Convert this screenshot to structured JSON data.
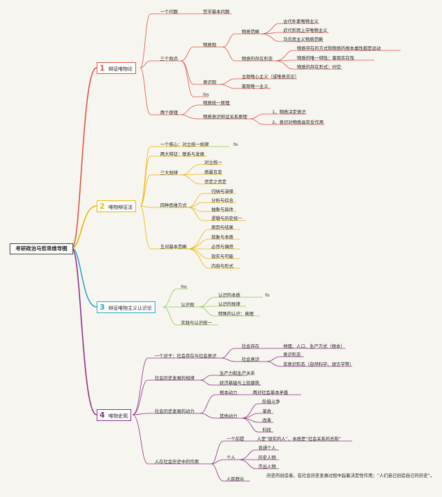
{
  "root": "考研政治马哲思维导图",
  "branches": [
    {
      "num": "1",
      "label": "辩证唯物论",
      "color": "#e0524a"
    },
    {
      "num": "2",
      "label": "唯物辩证法",
      "color": "#f0b400"
    },
    {
      "num": "3",
      "label": "辩证唯物主义认识论",
      "color": "#2aa5c8"
    },
    {
      "num": "4",
      "label": "唯物史观",
      "color": "#8a2f86"
    }
  ],
  "b1": {
    "l1": [
      "一个问题",
      "三个观点",
      "两个原理"
    ],
    "q_child": "哲学基本问题",
    "views": [
      "物质观",
      "意识观",
      "fm"
    ],
    "matter": [
      "物质范畴",
      "物质的存在形态"
    ],
    "category": [
      "古代朴素唯物主义",
      "近代形而上学唯物主义",
      "马克思主义物质范畴"
    ],
    "forms": [
      "物质存在的方式和物质的根本属性都是运动",
      "物质的唯一特性：客观实在性",
      "物质的存在形式：时空"
    ],
    "consc": [
      "主观唯心主义（或唯意志论）",
      "客观唯一主义"
    ],
    "principles": [
      "物质统一原理",
      "物质意识辩证关系原理"
    ],
    "rel": [
      "1、物质决定意识",
      "2、意识对物质具有反作用"
    ]
  },
  "b2": {
    "core": "一个核心：对立统一规律",
    "fo": "fo",
    "feature": "两大特征：联系与发展",
    "three": "三大规律",
    "laws": [
      "对立统一",
      "质量互变",
      "否定之否定"
    ],
    "four": "四种思维方式",
    "ways": [
      "归纳与演绎",
      "分析与综合",
      "抽象与具体",
      "逻辑与历史统一"
    ],
    "five": "五对基本范畴",
    "cats": [
      "原因与结果",
      "现象与本质",
      "必然与偶然",
      "现实与可能",
      "内容与形式"
    ]
  },
  "b3": {
    "fm": "fm",
    "view": "认识观",
    "items": [
      "认识的本质",
      "认识的规律",
      "特殊的认识：真理"
    ],
    "fo": "fo",
    "practice": "实践与认识统一"
  },
  "b4": {
    "pair": "一个对子：社会存在与社会意识",
    "existence": "社会存在",
    "existence_c": "地理、人口、生产方式（根本）",
    "consciousness": "社会意识",
    "consc_c": [
      "意识形态",
      "非意识形态（自然科学、语言学等）"
    ],
    "law": "社会历史发展的规律",
    "law_c": [
      "生产力和生产关系",
      "经济基础与上层建筑"
    ],
    "force": "社会历史发展的动力",
    "root_force": "根本动力",
    "root_force_c": "两对社会基本矛盾",
    "other_force": "其他动力",
    "other_c": [
      "阶级斗争",
      "革命",
      "改革",
      "科技"
    ],
    "role": "人在社会历史中的作用",
    "premise": "一个前提",
    "premise_c": "人是“现实的人”，本质是“社会关系的总和”",
    "person": "个人",
    "person_c": [
      "普通个人",
      "历史人物",
      "杰出人物"
    ],
    "masses": "人民群众",
    "masses_c": "历史的创造者，在社会历史发展过程中起着决定性作用；“人们自己创造自己的历史”。"
  }
}
